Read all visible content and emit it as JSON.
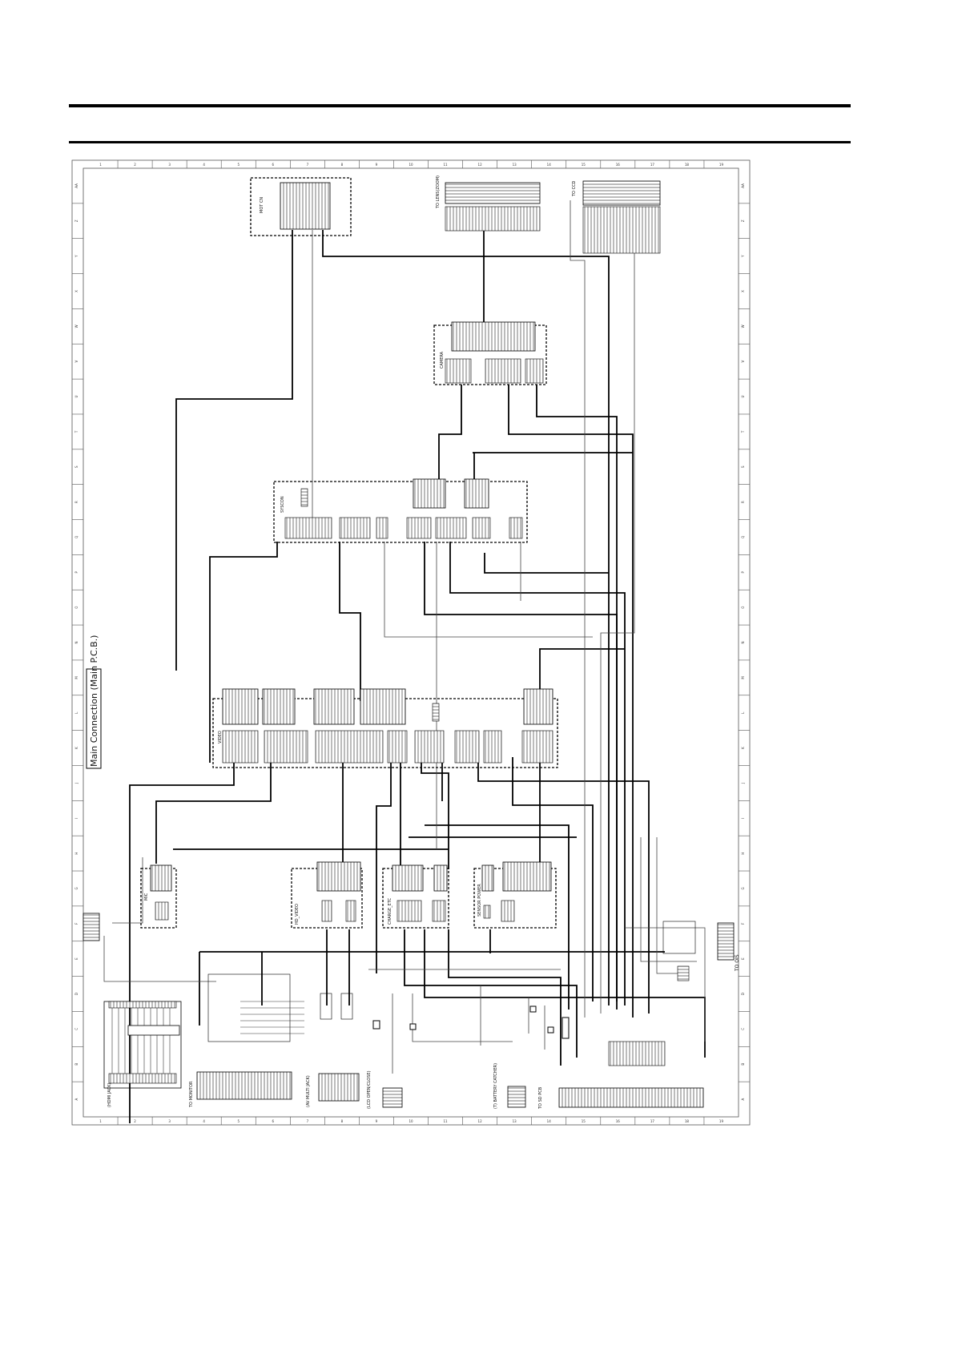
{
  "page": {
    "title": "Main Connection (Main P.C.B.)"
  },
  "blocks": {
    "mot_cn": "MOT CN",
    "to_lens": "TO LENS(ZOOM)",
    "to_ccd": "TO CCD",
    "camera": "CAMERA",
    "syscon": "SYSCON",
    "video": "VIDEO",
    "mic": "MIC",
    "hd_video": "HD_VIDEO",
    "charge_etc": "CHARGE_ETC",
    "sensor_power": "SENSOR POWER",
    "hdmi_jack": "(HDMI JACK)",
    "to_monitor": "TO MONITOR",
    "av_multi_jack": "(AV MULTI JACK)",
    "lcd_open_close": "(LCD OPEN/CLOSE)",
    "battery_catcher": "(T) BATTERY CATCHER)",
    "to_sd_pcb": "TO SD PCB",
    "to_ois": "TO OIS"
  },
  "border": {
    "columns": [
      "1",
      "2",
      "3",
      "4",
      "5",
      "6",
      "7",
      "8",
      "9",
      "10",
      "11",
      "12",
      "13",
      "14",
      "15",
      "16",
      "17",
      "18",
      "19"
    ],
    "rows": [
      "AA",
      "Z",
      "Y",
      "X",
      "W",
      "V",
      "U",
      "T",
      "S",
      "R",
      "Q",
      "P",
      "O",
      "N",
      "M",
      "L",
      "K",
      "J",
      "I",
      "H",
      "G",
      "F",
      "E",
      "D",
      "C",
      "B",
      "A"
    ]
  }
}
